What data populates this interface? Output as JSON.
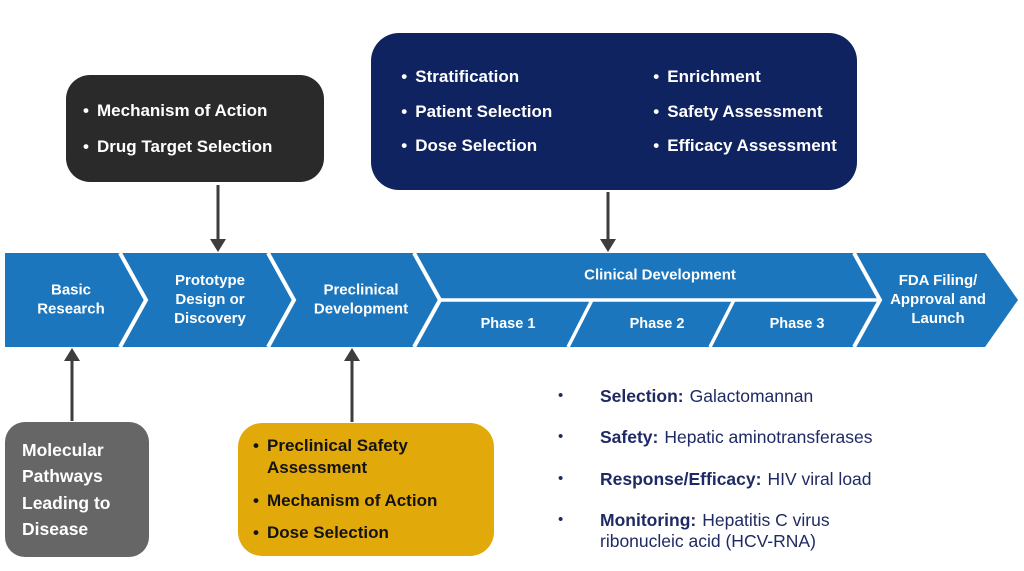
{
  "theme": {
    "band-blue": "#1b76be",
    "box-navy": "#0f2360",
    "box-black": "#2a2a2a",
    "box-gray": "#666666",
    "box-yellow": "#e2a90b",
    "text-navy": "#1f2a64",
    "arrow-gray": "#3d3d3d",
    "band-text": "#ffffff"
  },
  "glyphs": {
    "bullet": "•"
  },
  "pipeline": {
    "segments": [
      {
        "label": "Basic Research"
      },
      {
        "label": "Prototype Design or Discovery"
      },
      {
        "label": "Preclinical Development"
      },
      {
        "label": "Clinical Development"
      },
      {
        "label": "FDA Filing/ Approval and Launch"
      }
    ],
    "phases": [
      "Phase 1",
      "Phase 2",
      "Phase 3"
    ]
  },
  "callouts": {
    "discovery": {
      "items": [
        "Mechanism of Action",
        "Drug Target Selection"
      ]
    },
    "clinical": {
      "col1": [
        "Stratification",
        "Patient Selection",
        "Dose Selection"
      ],
      "col2": [
        "Enrichment",
        "Safety Assessment",
        "Efficacy Assessment"
      ]
    },
    "molecular": {
      "text": "Molecular Pathways Leading to Disease"
    },
    "preclinical": {
      "items": [
        "Preclinical Safety Assessment",
        "Mechanism of Action",
        "Dose Selection"
      ]
    }
  },
  "biomarkers": {
    "items": [
      {
        "label": "Selection:",
        "value": "Galactomannan"
      },
      {
        "label": "Safety:",
        "value": "Hepatic aminotransferases"
      },
      {
        "label": "Response/Efficacy:",
        "value": "HIV viral load"
      },
      {
        "label": "Monitoring:",
        "value": "Hepatitis C virus ribonucleic acid (HCV-RNA)"
      }
    ]
  }
}
